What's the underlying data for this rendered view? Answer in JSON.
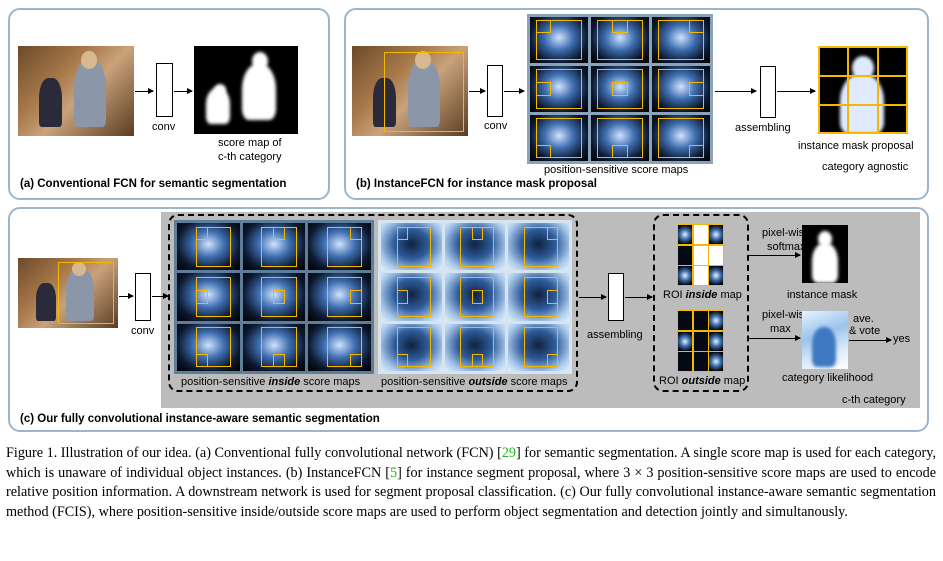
{
  "panel_a": {
    "conv_label": "conv",
    "score_label_1": "score map of",
    "score_label_2": "c-th category",
    "title": "(a) Conventional FCN for semantic segmentation"
  },
  "panel_b": {
    "conv_label": "conv",
    "maps_label": "position-sensitive score maps",
    "assembling_label": "assembling",
    "proposal_label": "instance mask proposal",
    "agnostic_label": "category agnostic",
    "title": "(b) InstanceFCN for instance mask proposal"
  },
  "panel_c": {
    "conv_label": "conv",
    "inside_pre": "position-sensitive ",
    "inside_em": "inside",
    "inside_post": " score maps",
    "outside_pre": "position-sensitive ",
    "outside_em": "outside",
    "outside_post": " score maps",
    "assembling_label": "assembling",
    "roi_inside_pre": "ROI ",
    "roi_inside_em": "inside",
    "roi_inside_post": " map",
    "roi_outside_pre": "ROI ",
    "roi_outside_em": "outside",
    "roi_outside_post": " map",
    "pixelwise_1": "pixel-wise",
    "softmax": "softmax",
    "instance_mask": "instance mask",
    "pixelwise_2": "pixel-wise",
    "max": "max",
    "ave": "ave.",
    "vote": "& vote",
    "yes": "yes",
    "category_likelihood": "category likelihood",
    "cth_category": "c-th category",
    "title": "(c) Our fully convolutional instance-aware semantic segmentation"
  },
  "caption": {
    "p1": "Figure 1. Illustration of our idea. (a) Conventional fully convolutional network (FCN) [",
    "ref1": "29",
    "p2": "] for semantic segmentation. A single score map is used for each category, which is unaware of individual object instances. (b) InstanceFCN [",
    "ref2": "5",
    "p3": "] for instance segment proposal, where 3 × 3 position-sensitive score maps are used to encode relative position information. A downstream network is used for segment proposal classification. (c) Our fully convolutional instance-aware semantic segmentation method (FCIS), where position-sensitive inside/outside score maps are used to perform object segmentation and detection jointly and simultanously."
  },
  "colors": {
    "panel_border": "#9bb6cc",
    "roi_box": "#f5b800",
    "reference_link": "#22b522",
    "gray_region": "#bcbcbc"
  }
}
